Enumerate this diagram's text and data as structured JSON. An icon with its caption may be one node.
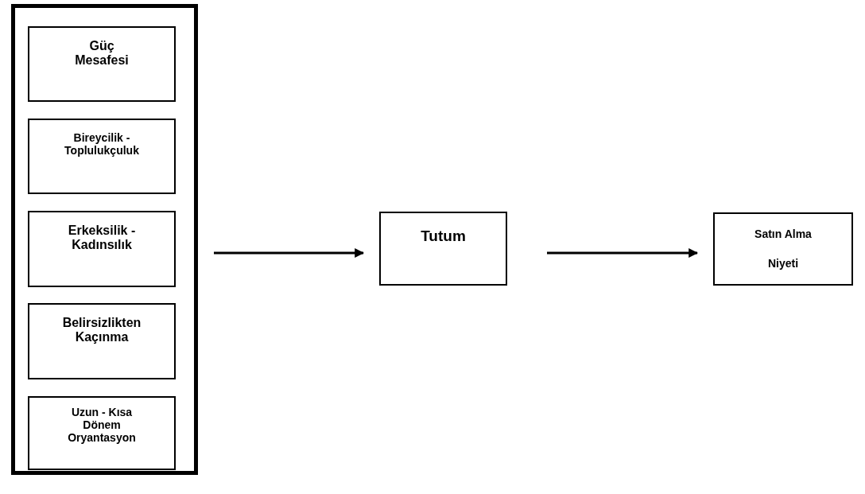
{
  "diagram": {
    "nodes": [
      {
        "text": [],
        "shape": "box"
      },
      {
        "text": [
          "Güç Mesafesi"
        ],
        "in": 0
      },
      {
        "text": [
          "Bireycilik - Toplulukçuluk"
        ],
        "in": 0
      },
      {
        "text": [
          "Erkeksilik - Kadınsılık"
        ],
        "in": 0
      },
      {
        "text": [
          "Belirsizlikten Kaçınma"
        ],
        "in": 0
      },
      {
        "text": [
          "Uzun - Kısa Dönem Oryantasyon"
        ],
        "in": 0
      },
      {
        "text": [
          "Tutum"
        ]
      },
      {
        "text": [
          "Satın Alma Niyeti"
        ]
      }
    ],
    "edges": [
      {
        "from": 0,
        "to": 6,
        "arrow": "to"
      },
      {
        "from": 6,
        "to": 7,
        "arrow": "to"
      }
    ]
  }
}
